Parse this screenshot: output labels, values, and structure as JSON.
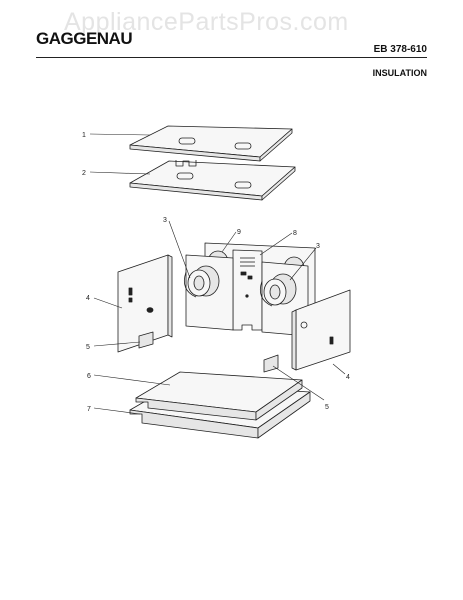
{
  "watermark": "AppliancePartsPros.com",
  "header": {
    "brand": "GAGGENAU",
    "model": "EB 378-610",
    "section": "INSULATION"
  },
  "callouts": {
    "c1": "1",
    "c2": "2",
    "c3a": "3",
    "c3b": "3",
    "c4a": "4",
    "c4b": "4",
    "c5a": "5",
    "c5b": "5",
    "c6": "6",
    "c7": "7",
    "c8": "8",
    "c9": "9"
  },
  "colors": {
    "line": "#222222",
    "fill": "#f7f7f7",
    "shade": "#e6e6e6"
  }
}
